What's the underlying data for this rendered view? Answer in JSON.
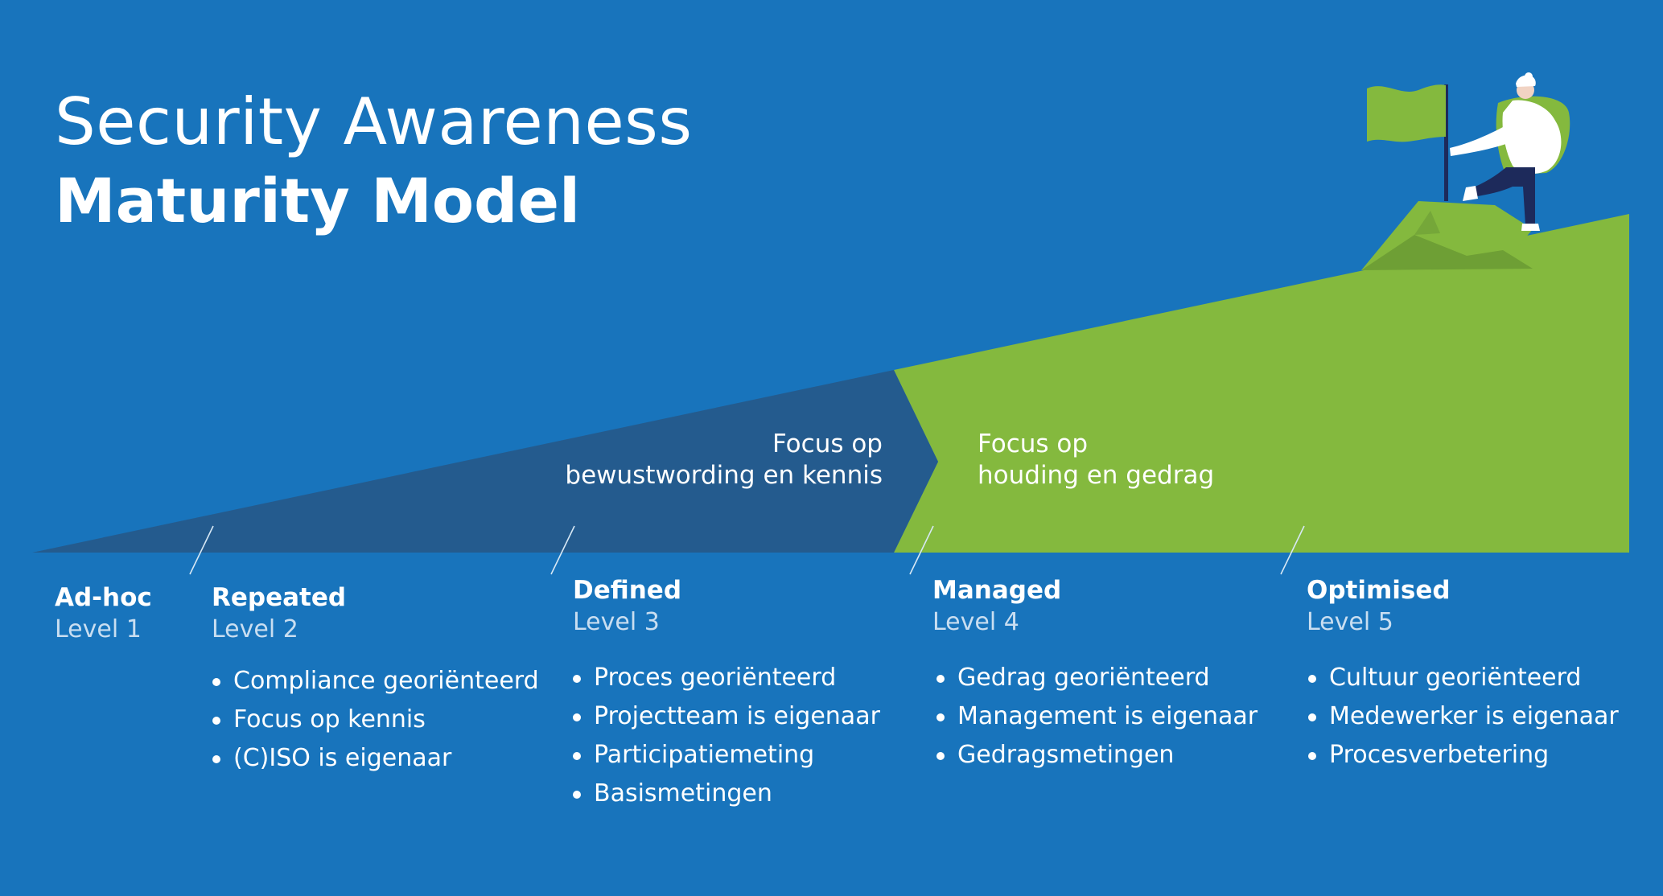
{
  "title": {
    "line1": "Security Awareness",
    "line2": "Maturity Model"
  },
  "colors": {
    "background": "#1874bc",
    "dark_wedge": "#245b8e",
    "green": "#84b93e",
    "green_dark": "#6e9f35",
    "white": "#ffffff",
    "navy": "#1d2a5b",
    "level_label": "#c9def1"
  },
  "focus": {
    "left": {
      "line1": "Focus op",
      "line2": "bewustwording en kennis"
    },
    "right": {
      "line1": "Focus op",
      "line2": "houding en gedrag"
    }
  },
  "levels": [
    {
      "name": "Ad-hoc",
      "level": "Level 1",
      "items": []
    },
    {
      "name": "Repeated",
      "level": "Level 2",
      "items": [
        "Compliance georiënteerd",
        "Focus op kennis",
        "(C)ISO is eigenaar"
      ]
    },
    {
      "name": "Defined",
      "level": "Level 3",
      "items": [
        "Proces georiënteerd",
        "Projectteam is eigenaar",
        "Participatiemeting",
        "Basismetingen"
      ]
    },
    {
      "name": "Managed",
      "level": "Level 4",
      "items": [
        "Gedrag georiënteerd",
        "Management is eigenaar",
        "Gedragsmetingen"
      ]
    },
    {
      "name": "Optimised",
      "level": "Level 5",
      "items": [
        "Cultuur georiënteerd",
        "Medewerker is eigenaar",
        "Procesverbetering"
      ]
    }
  ],
  "icons": {
    "flag": "flag-icon",
    "hiker": "hiker-illustration",
    "rock": "rock-summit"
  }
}
